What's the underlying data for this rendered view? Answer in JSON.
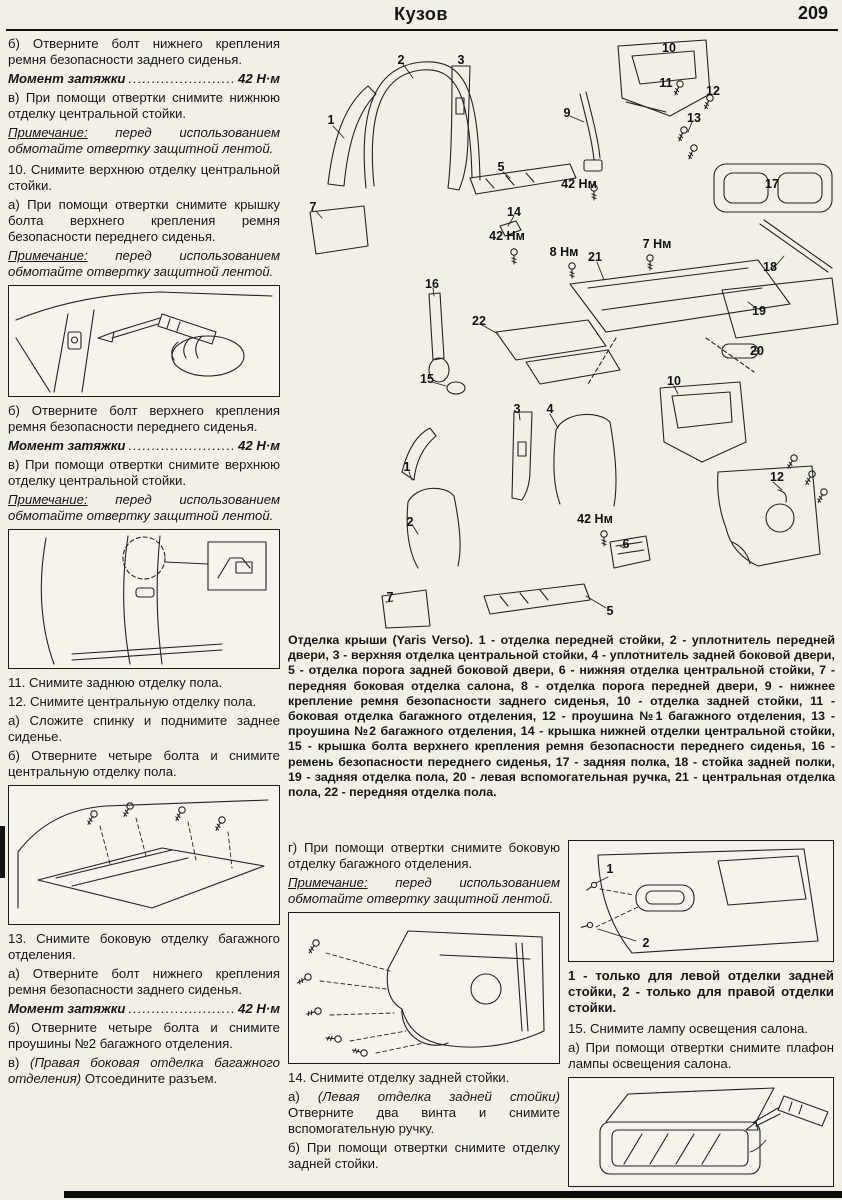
{
  "header": {
    "chapter": "Кузов",
    "page": "209"
  },
  "shared": {
    "note_label": "Примечание:",
    "note_text": "перед использованием обмотайте отвертку защитной лентой.",
    "torque_label": "Момент затяжки",
    "torque_dots": ".............................",
    "torque_value": "42 Н·м"
  },
  "left": {
    "p1": "б) Отверните болт нижнего крепления ремня безопасности заднего сиденья.",
    "p2": "в) При помощи отвертки снимите нижнюю отделку центральной стойки.",
    "p3": "10. Снимите верхнюю отделку центральной стойки.",
    "p4": "а) При помощи отвертки снимите крышку болта верхнего крепления ремня безопасности переднего сиденья.",
    "p5": "б) Отверните болт верхнего крепления ремня безопасности переднего сиденья.",
    "p6": "в) При помощи отвертки снимите верхнюю отделку центральной стойки.",
    "p7": "11. Снимите заднюю отделку пола.",
    "p8": "12. Снимите центральную отделку пола.",
    "p9": "а) Сложите спинку и поднимите заднее сиденье.",
    "p10": "б) Отверните четыре болта и снимите центральную отделку пола.",
    "p11": "13. Снимите боковую отделку багажного отделения.",
    "p12": "а) Отверните болт нижнего крепления ремня безопасности заднего сиденья.",
    "p13": "б) Отверните четыре болта и снимите проушины №2 багажного отделения.",
    "p14_prefix": "в)",
    "p14_italic": "(Правая боковая отделка багажного отделения)",
    "p14_rest": "Отсоедините разъем."
  },
  "caption": "Отделка крыши (Yaris Verso). 1 - отделка передней стойки, 2 - уплотнитель передней двери, 3 - верхняя отделка центральной стойки, 4 - уплотнитель задней боковой двери, 5 - отделка порога задней боковой двери, 6 - нижняя отделка центральной стойки, 7 - передняя боковая отделка салона, 8 - отделка порога передней двери, 9 - нижнее крепление ремня безопасности заднего сиденья, 10 - отделка задней стойки, 11 - боковая отделка багажного отделения, 12 - проушина №1 багажного отделения, 13 - проушина №2 багажного отделения, 14 - крышка нижней отделки центральной стойки, 15 - крышка болта верхнего крепления ремня безопасности переднего сиденья, 16 - ремень безопасности переднего сиденья, 17 - задняя полка, 18 - стойка задней полки, 19 - задняя отделка пола, 20 - левая вспомогательная ручка, 21 - центральная отделка пола, 22 - передняя отделка пола.",
  "middle": {
    "p1": "г) При помощи отвертки снимите боковую отделку багажного отделения.",
    "p2": "14. Снимите отделку задней стойки.",
    "p3_prefix": "а)",
    "p3_italic": "(Левая отделка задней стойки)",
    "p3_rest": "Отверните два винта и снимите вспомогательную ручку.",
    "p4": "б) При помощи отвертки снимите отделку задней стойки."
  },
  "right": {
    "fig_note": "1 - только для левой отделки задней стойки, 2 - только для правой отделки стойки.",
    "p1": "15. Снимите лампу освещения салона.",
    "p2": "а) При помощи отвертки снимите плафон лампы освещения салона.",
    "fig_callout_1": "1",
    "fig_callout_2": "2"
  },
  "diagram": {
    "callouts": [
      "2",
      "3",
      "10",
      "11",
      "12",
      "1",
      "9",
      "13",
      "42 Нм",
      "17",
      "5",
      "7",
      "14",
      "42 Нм",
      "7 Нм",
      "8 Нм",
      "21",
      "18",
      "16",
      "19",
      "22",
      "20",
      "15",
      "10",
      "3",
      "4",
      "1",
      "12",
      "2",
      "42 Нм",
      "6",
      "5",
      "7"
    ]
  }
}
